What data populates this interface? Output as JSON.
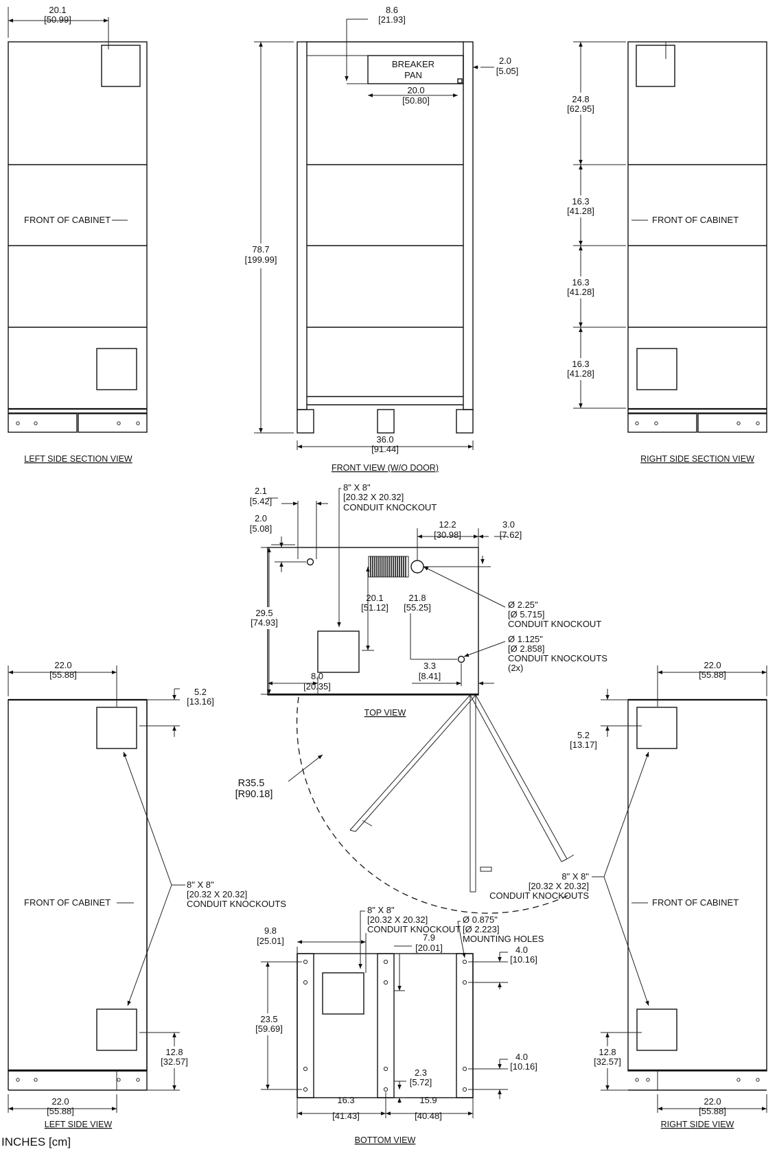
{
  "units_note": "INCHES [cm]",
  "views": {
    "left_side_section": {
      "title": "LEFT SIDE SECTION VIEW",
      "front_label": "FRONT OF CABINET",
      "dim_width": "20.1",
      "dim_width_cm": "[50.99]"
    },
    "front": {
      "title": "FRONT VIEW (W/O DOOR)",
      "breaker_pan_line1": "BREAKER",
      "breaker_pan_line2": "PAN",
      "dim_pan_offset": "8.6",
      "dim_pan_offset_cm": "[21.93]",
      "dim_side": "2.0",
      "dim_side_cm": "[5.05]",
      "dim_pan_width": "20.0",
      "dim_pan_width_cm": "[50.80]",
      "dim_height": "78.7",
      "dim_height_cm": "[199.99]",
      "dim_width": "36.0",
      "dim_width_cm": "[91.44]"
    },
    "right_side_section": {
      "title": "RIGHT SIDE SECTION VIEW",
      "front_label": "FRONT OF CABINET",
      "dim1": "24.8",
      "dim1_cm": "[62.95]",
      "dim2": "16.3",
      "dim2_cm": "[41.28]",
      "dim3": "16.3",
      "dim3_cm": "[41.28]",
      "dim4": "16.3",
      "dim4_cm": "[41.28]"
    },
    "top": {
      "title": "TOP VIEW",
      "knockout_line1": "8\" X 8\"",
      "knockout_line2": "[20.32 X 20.32]",
      "knockout_line3": "CONDUIT KNOCKOUT",
      "d1": "2.1",
      "d1_cm": "[5.42]",
      "d2": "2.0",
      "d2_cm": "[5.08]",
      "d3": "12.2",
      "d3_cm": "[30.98]",
      "d4": "3.0",
      "d4_cm": "[7.62]",
      "d5": "29.5",
      "d5_cm": "[74.93]",
      "d6": "20.1",
      "d6_cm": "[51.12]",
      "d7": "21.8",
      "d7_cm": "[55.25]",
      "d8": "8.0",
      "d8_cm": "[20.35]",
      "d9": "3.3",
      "d9_cm": "[8.41]",
      "big_ko_line1": "Ø 2.25\"",
      "big_ko_line2": "[Ø 5.715]",
      "big_ko_line3": "CONDUIT KNOCKOUT",
      "small_ko_line1": "Ø 1.125\"",
      "small_ko_line2": "[Ø 2.858]",
      "small_ko_line3": "CONDUIT KNOCKOUTS",
      "small_ko_line4": "(2x)",
      "radius": "R35.5",
      "radius_cm": "[R90.18]"
    },
    "left_side": {
      "title": "LEFT SIDE VIEW",
      "front_label": "FRONT OF CABINET",
      "dim_top": "22.0",
      "dim_top_cm": "[55.88]",
      "dim_ko_top": "5.2",
      "dim_ko_top_cm": "[13.16]",
      "dim_ko_bottom": "12.8",
      "dim_ko_bottom_cm": "[32.57]",
      "dim_bottom": "22.0",
      "dim_bottom_cm": "[55.88]",
      "ko_line1": "8\" X 8\"",
      "ko_line2": "[20.32 X 20.32]",
      "ko_line3": "CONDUIT KNOCKOUTS"
    },
    "right_side": {
      "title": "RIGHT SIDE VIEW",
      "front_label": "FRONT OF CABINET",
      "dim_top": "22.0",
      "dim_top_cm": "[55.88]",
      "dim_ko_top": "5.2",
      "dim_ko_top_cm": "[13.17]",
      "dim_ko_bottom": "12.8",
      "dim_ko_bottom_cm": "[32.57]",
      "dim_bottom": "22.0",
      "dim_bottom_cm": "[55.88]",
      "ko_line1": "8\" X 8\"",
      "ko_line2": "[20.32 X 20.32]",
      "ko_line3": "CONDUIT KNOCKOUTS"
    },
    "bottom": {
      "title": "BOTTOM VIEW",
      "ko_line1": "8\" X 8\"",
      "ko_line2": "[20.32 X 20.32]",
      "ko_line3": "CONDUIT KNOCKOUT",
      "holes_line1": "Ø 0.875\"",
      "holes_line2": "[Ø 2.223]",
      "holes_line3": "MOUNTING HOLES",
      "d1": "9.8",
      "d1_cm": "[25.01]",
      "d2": "7.9",
      "d2_cm": "[20.01]",
      "d3": "4.0",
      "d3_cm": "[10.16]",
      "d4": "23.5",
      "d4_cm": "[59.69]",
      "d5": "4.0",
      "d5_cm": "[10.16]",
      "d6": "2.3",
      "d6_cm": "[5.72]",
      "d7": "16.3",
      "d7_cm": "[41.43]",
      "d8": "15.9",
      "d8_cm": "[40.48]"
    }
  }
}
